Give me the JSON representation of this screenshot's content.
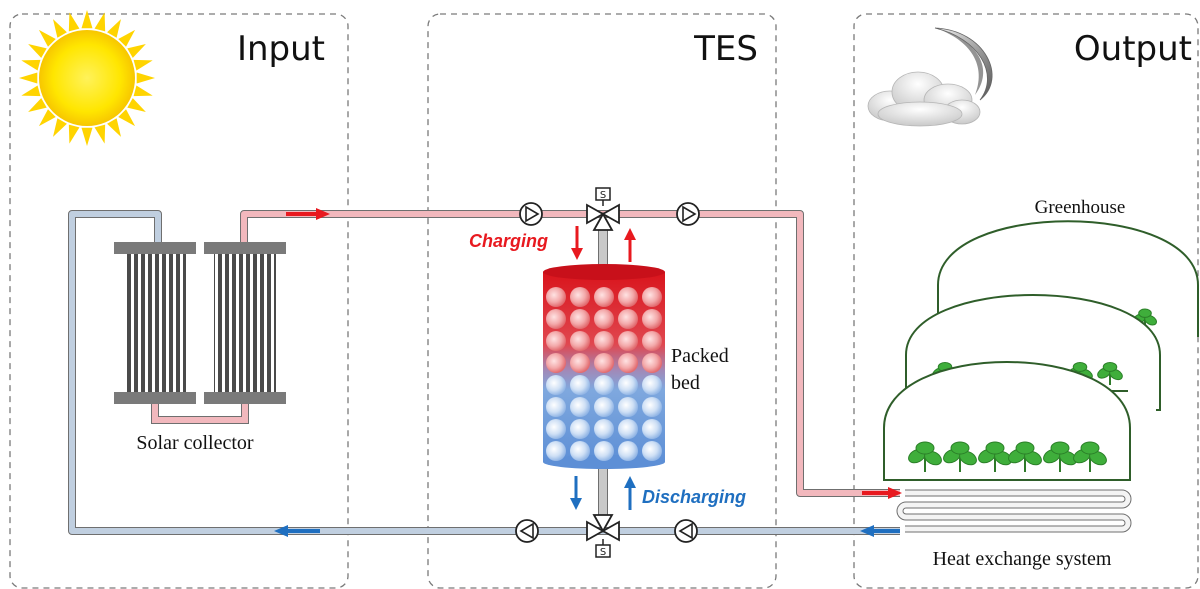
{
  "panels": {
    "input": {
      "title": "Input"
    },
    "tes": {
      "title": "TES"
    },
    "output": {
      "title": "Output"
    }
  },
  "labels": {
    "solar_collector": "Solar collector",
    "packed_bed_line1": "Packed",
    "packed_bed_line2": "bed",
    "greenhouse": "Greenhouse",
    "heat_exchange": "Heat exchange system",
    "charging": "Charging",
    "discharging": "Discharging",
    "valve_mark": "S"
  },
  "colors": {
    "hot": "#e8191f",
    "cold": "#1f6fc0",
    "hot_pipe": "#f2b8bd",
    "cold_pipe": "#c0cfe0",
    "greenhouse_outline": "#2f5e2a",
    "plant": "#3fae3b"
  }
}
